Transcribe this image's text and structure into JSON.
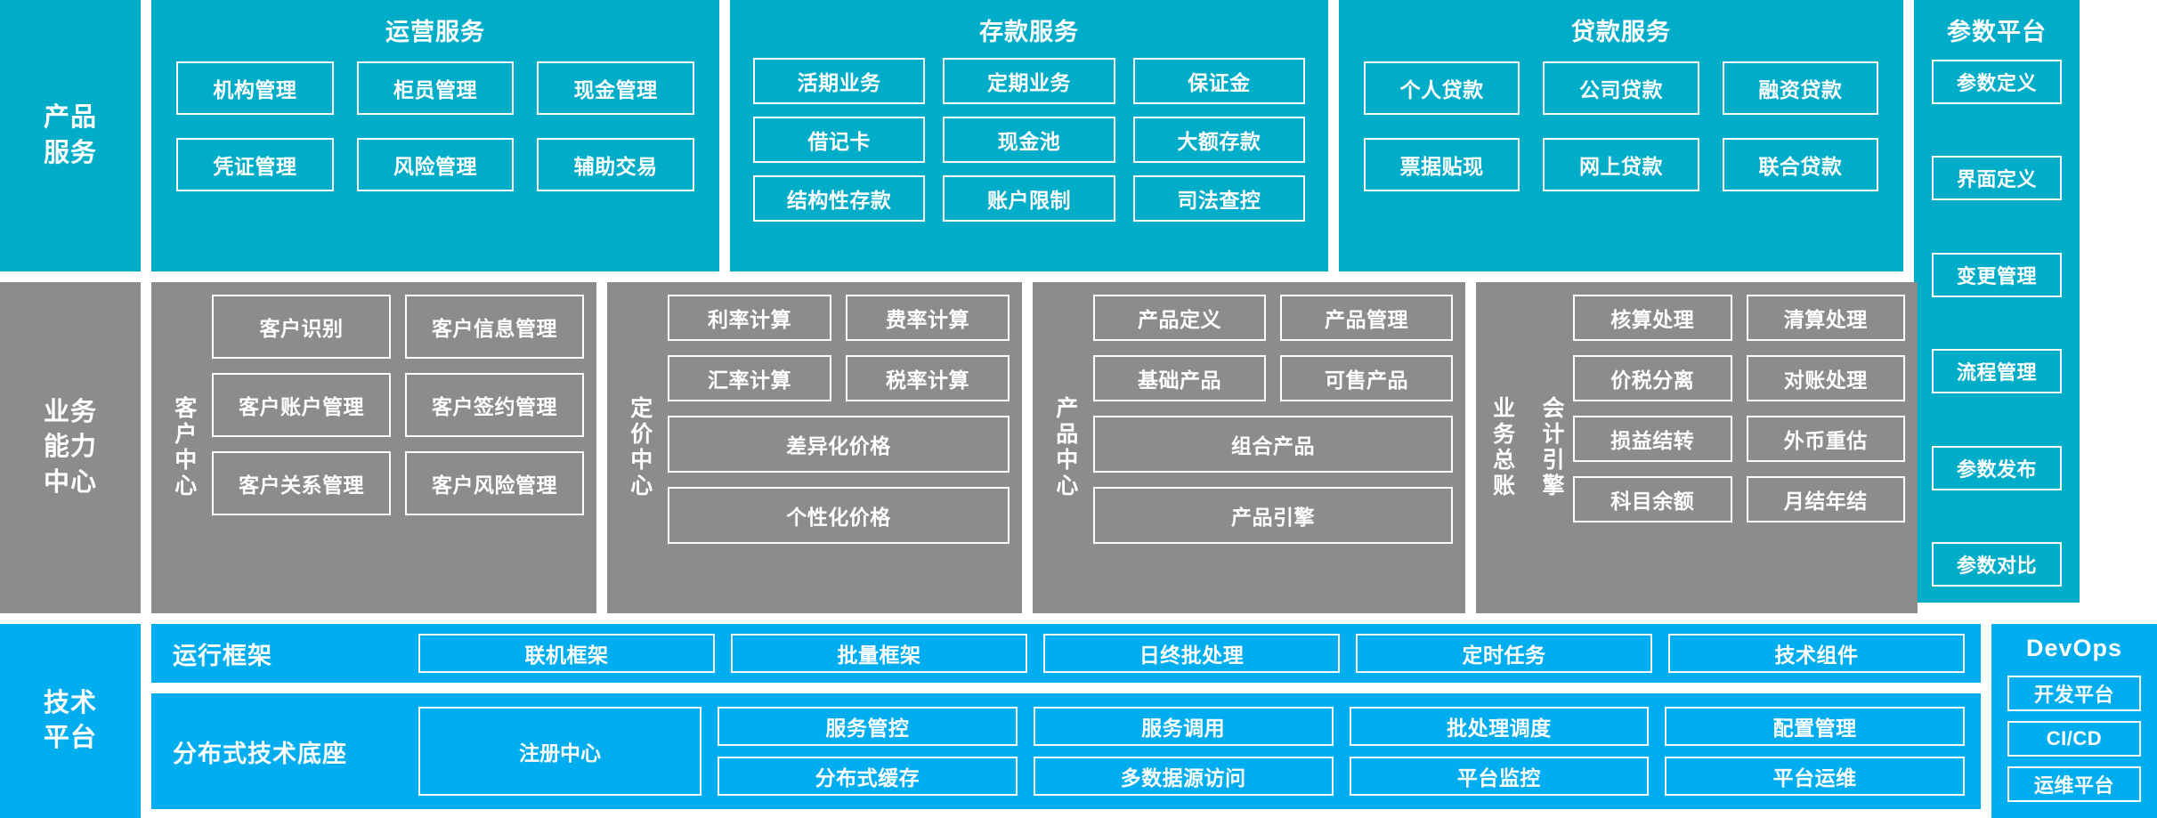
{
  "layers": {
    "products": "产品\n服务",
    "business": "业务\n能力\n中心",
    "technology": "技术\n平台"
  },
  "product_services": {
    "operation": {
      "title": "运营服务",
      "items": [
        "机构管理",
        "柜员管理",
        "现金管理",
        "凭证管理",
        "风险管理",
        "辅助交易"
      ]
    },
    "deposit": {
      "title": "存款服务",
      "items": [
        "活期业务",
        "定期业务",
        "保证金",
        "借记卡",
        "现金池",
        "大额存款",
        "结构性存款",
        "账户限制",
        "司法查控"
      ]
    },
    "loan": {
      "title": "贷款服务",
      "items": [
        "个人贷款",
        "公司贷款",
        "融资贷款",
        "票据贴现",
        "网上贷款",
        "联合贷款"
      ]
    },
    "parameter_platform": {
      "title": "参数平台",
      "items": [
        "参数定义",
        "界面定义",
        "变更管理",
        "流程管理",
        "参数发布",
        "参数对比"
      ]
    }
  },
  "business_capability": {
    "customer_center": {
      "label": "客户中心",
      "rows": [
        [
          "客户识别",
          "客户信息管理"
        ],
        [
          "客户账户管理",
          "客户签约管理"
        ],
        [
          "客户关系管理",
          "客户风险管理"
        ]
      ]
    },
    "pricing_center": {
      "label": "定价中心",
      "rows": [
        [
          "利率计算",
          "费率计算"
        ],
        [
          "汇率计算",
          "税率计算"
        ]
      ],
      "wide_items": [
        "差异化价格",
        "个性化价格"
      ]
    },
    "product_center": {
      "label": "产品中心",
      "rows": [
        [
          "产品定义",
          "产品管理"
        ],
        [
          "基础产品",
          "可售产品"
        ]
      ],
      "wide_items": [
        "组合产品",
        "产品引擎"
      ]
    },
    "accounting_center": {
      "label_top": "会计引擎",
      "label_bottom": "业务总账",
      "rows": [
        [
          "核算处理",
          "清算处理"
        ],
        [
          "价税分离",
          "对账处理"
        ],
        [
          "损益结转",
          "外币重估"
        ],
        [
          "科目余额",
          "月结年结"
        ]
      ]
    }
  },
  "technology_platform": {
    "run_framework": {
      "label": "运行框架",
      "items": [
        "联机框架",
        "批量框架",
        "日终批处理",
        "定时任务",
        "技术组件"
      ]
    },
    "distributed_base": {
      "label": "分布式技术底座",
      "registry": "注册中心",
      "columns": [
        [
          "服务管控",
          "分布式缓存"
        ],
        [
          "服务调用",
          "多数据源访问"
        ],
        [
          "批处理调度",
          "平台监控"
        ],
        [
          "配置管理",
          "平台运维"
        ]
      ]
    },
    "devops": {
      "title": "DevOps",
      "items": [
        "开发平台",
        "CI/CD",
        "运维平台"
      ]
    }
  },
  "colors": {
    "teal": "#00ADC9",
    "gray": "#8C8C8C",
    "blue": "#00AEEF",
    "white": "#FFFFFF"
  }
}
